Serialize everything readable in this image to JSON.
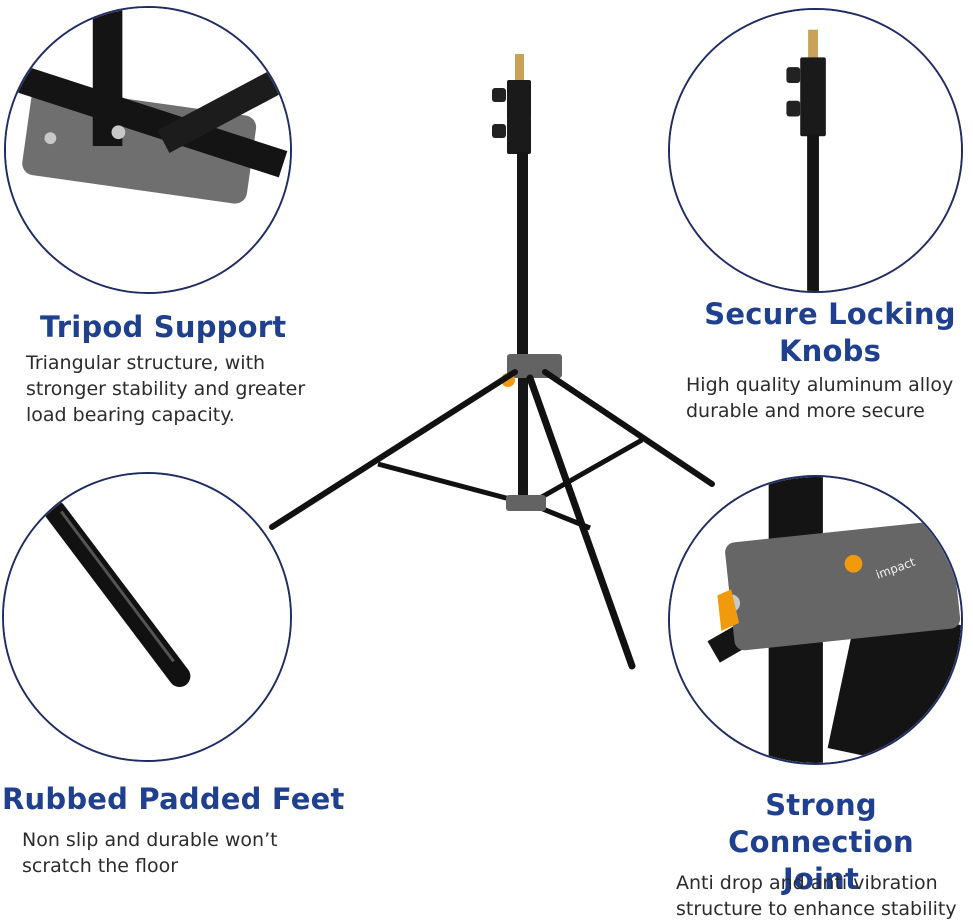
{
  "features": {
    "tripod": {
      "title": "Tripod Support",
      "description": "Triangular structure, with\nstronger stability and greater\nload bearing capacity."
    },
    "knobs": {
      "title": "Secure Locking\nKnobs",
      "description": "High quality aluminum alloy\ndurable and more secure"
    },
    "feet": {
      "title": "Rubbed Padded Feet",
      "description": "Non slip and durable won’t\nscratch the floor"
    },
    "joint": {
      "title": "Strong\nConnection Joint",
      "description": "Anti drop and anti vibration\nstructure to enhance stability"
    }
  },
  "brand_mark": "impact",
  "colors": {
    "title": "#1f3f8f",
    "circle_border": "#1f2c64",
    "metal": "#111111",
    "plastic": "#5f5f5f",
    "knob_accent": "#f29a0e"
  }
}
